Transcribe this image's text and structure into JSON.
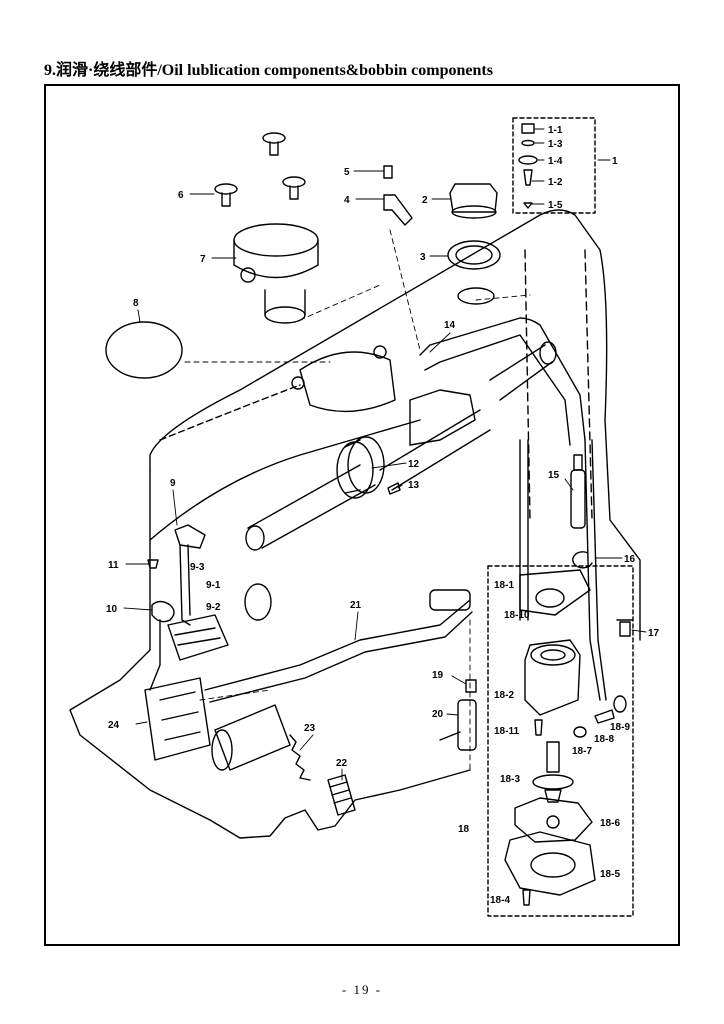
{
  "section_title": "9.润滑·绕线部件/Oil lublication components&bobbin components",
  "page_number": "- 19 -",
  "callouts": {
    "c1": "1",
    "c1_1": "1-1",
    "c1_2": "1-2",
    "c1_3": "1-3",
    "c1_4": "1-4",
    "c1_5": "1-5",
    "c2": "2",
    "c3": "3",
    "c4": "4",
    "c5": "5",
    "c6": "6",
    "c7": "7",
    "c8": "8",
    "c9": "9",
    "c9_1": "9-1",
    "c9_2": "9-2",
    "c9_3": "9-3",
    "c10": "10",
    "c11": "11",
    "c12": "12",
    "c13": "13",
    "c14": "14",
    "c15": "15",
    "c16": "16",
    "c17": "17",
    "c18": "18",
    "c18_1": "18-1",
    "c18_2": "18-2",
    "c18_3": "18-3",
    "c18_4": "18-4",
    "c18_5": "18-5",
    "c18_6": "18-6",
    "c18_7": "18-7",
    "c18_8": "18-8",
    "c18_9": "18-9",
    "c18_10": "18-10",
    "c18_11": "18-11",
    "c19": "19",
    "c20": "20",
    "c21": "21",
    "c22": "22",
    "c23": "23",
    "c24": "24"
  }
}
